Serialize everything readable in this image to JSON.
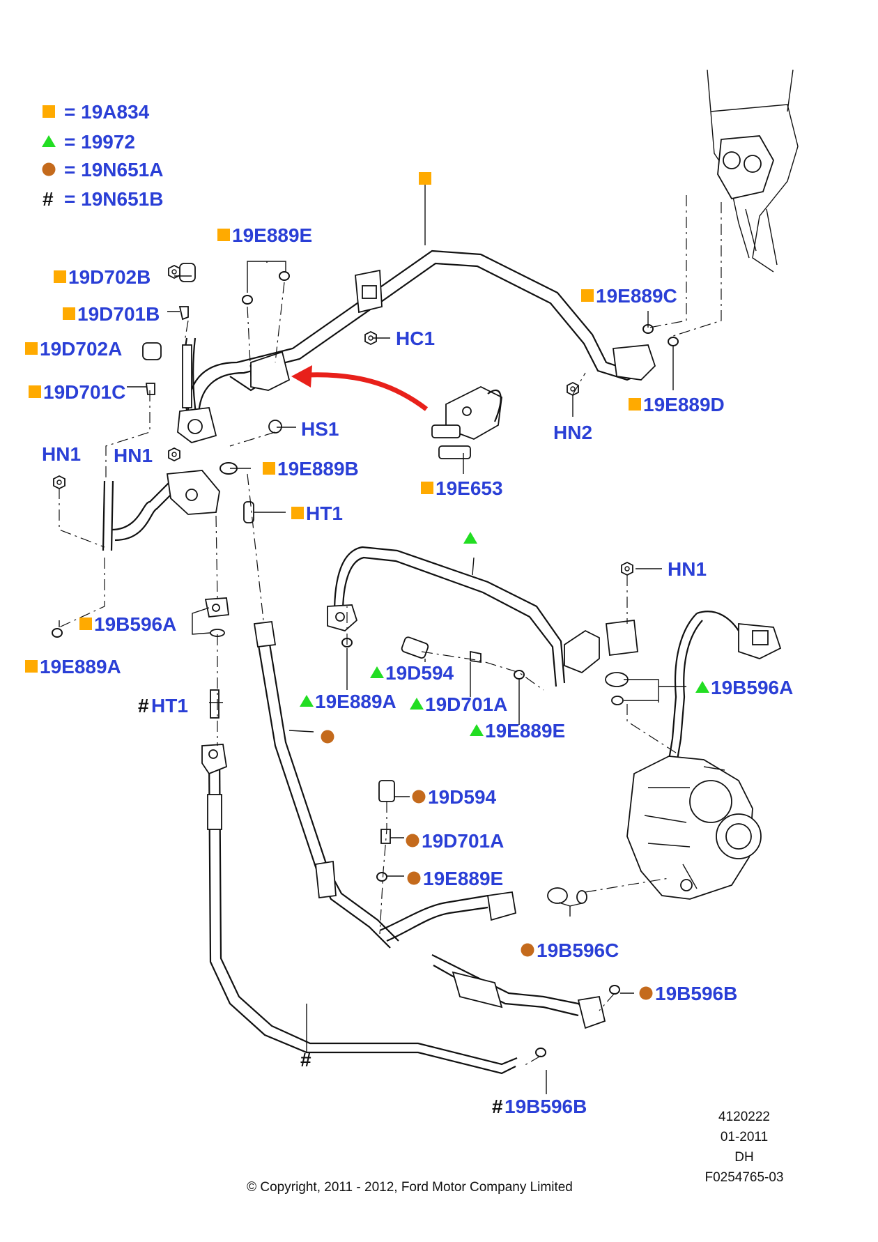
{
  "legend": [
    {
      "symbol": "square",
      "text": "= 19A834"
    },
    {
      "symbol": "triangle",
      "text": "= 19972"
    },
    {
      "symbol": "circle",
      "text": "= 19N651A"
    },
    {
      "symbol": "hash",
      "text": "= 19N651B"
    }
  ],
  "labels": {
    "l_19E889E_top": "19E889E",
    "l_19D702B": "19D702B",
    "l_19D701B": "19D701B",
    "l_19D702A": "19D702A",
    "l_19D701C": "19D701C",
    "l_HN1_left": "HN1",
    "l_HN1_mid": "HN1",
    "l_HC1": "HC1",
    "l_HS1": "HS1",
    "l_19E889B": "19E889B",
    "l_HT1": "HT1",
    "l_19E653": "19E653",
    "l_19E889C": "19E889C",
    "l_HN2": "HN2",
    "l_19E889D": "19E889D",
    "l_HN1_right": "HN1",
    "l_19B596A_left": "19B596A",
    "l_19E889A_left": "19E889A",
    "l_HT1_hash": "HT1",
    "l_19D594_tri": "19D594",
    "l_19E889A_tri": "19E889A",
    "l_19D701A_tri": "19D701A",
    "l_19E889E_tri": "19E889E",
    "l_19B596A_tri": "19B596A",
    "l_19D594_circ": "19D594",
    "l_19D701A_circ": "19D701A",
    "l_19E889E_circ": "19E889E",
    "l_19B596C_circ": "19B596C",
    "l_19B596B_circ": "19B596B",
    "l_19B596B_hash": "19B596B"
  },
  "hash_symbol": "#",
  "ref_block": [
    "4120222",
    "01-2011",
    "DH",
    "F0254765-03"
  ],
  "copyright": "© Copyright, 2011 - 2012, Ford Motor Company Limited",
  "colors": {
    "label_blue": "#2a3fd6",
    "square_orange": "#ffaa00",
    "triangle_green": "#22dd22",
    "circle_brown": "#c46a1c",
    "arrow_red": "#e8201a",
    "line_black": "#111111"
  }
}
